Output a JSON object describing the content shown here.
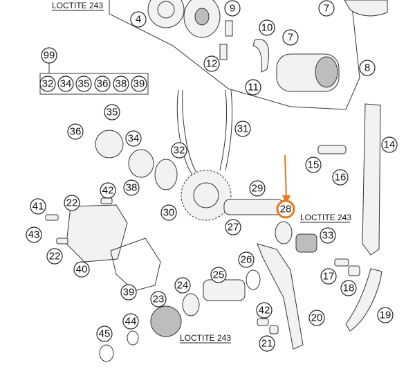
{
  "callouts": [
    {
      "id": "c4",
      "label": "4"
    },
    {
      "id": "c9",
      "label": "9"
    },
    {
      "id": "c7a",
      "label": "7"
    },
    {
      "id": "c10",
      "label": "10"
    },
    {
      "id": "c7b",
      "label": "7"
    },
    {
      "id": "c12",
      "label": "12"
    },
    {
      "id": "c8",
      "label": "8"
    },
    {
      "id": "c11",
      "label": "11"
    },
    {
      "id": "c99",
      "label": "99"
    },
    {
      "id": "c32g",
      "label": "32"
    },
    {
      "id": "c34g",
      "label": "34"
    },
    {
      "id": "c35g",
      "label": "35"
    },
    {
      "id": "c36g",
      "label": "36"
    },
    {
      "id": "c38g",
      "label": "38"
    },
    {
      "id": "c39g",
      "label": "39"
    },
    {
      "id": "c35",
      "label": "35"
    },
    {
      "id": "c31",
      "label": "31"
    },
    {
      "id": "c36",
      "label": "36"
    },
    {
      "id": "c34",
      "label": "34"
    },
    {
      "id": "c14",
      "label": "14"
    },
    {
      "id": "c32",
      "label": "32"
    },
    {
      "id": "c15",
      "label": "15"
    },
    {
      "id": "c16",
      "label": "16"
    },
    {
      "id": "c42a",
      "label": "42"
    },
    {
      "id": "c38",
      "label": "38"
    },
    {
      "id": "c29",
      "label": "29"
    },
    {
      "id": "c41",
      "label": "41"
    },
    {
      "id": "c22a",
      "label": "22"
    },
    {
      "id": "c30",
      "label": "30"
    },
    {
      "id": "c28",
      "label": "28",
      "highlight": true
    },
    {
      "id": "c43",
      "label": "43"
    },
    {
      "id": "c27",
      "label": "27"
    },
    {
      "id": "c33",
      "label": "33"
    },
    {
      "id": "c22b",
      "label": "22"
    },
    {
      "id": "c40",
      "label": "40"
    },
    {
      "id": "c26",
      "label": "26"
    },
    {
      "id": "c25",
      "label": "25"
    },
    {
      "id": "c17",
      "label": "17"
    },
    {
      "id": "c18",
      "label": "18"
    },
    {
      "id": "c39",
      "label": "39"
    },
    {
      "id": "c24",
      "label": "24"
    },
    {
      "id": "c23",
      "label": "23"
    },
    {
      "id": "c42b",
      "label": "42"
    },
    {
      "id": "c20",
      "label": "20"
    },
    {
      "id": "c19",
      "label": "19"
    },
    {
      "id": "c44",
      "label": "44"
    },
    {
      "id": "c45",
      "label": "45"
    },
    {
      "id": "c21",
      "label": "21"
    }
  ],
  "notes": {
    "loctite_top": "LOCTITE 243",
    "loctite_mid": "LOCTITE 243",
    "loctite_bottom": "LOCTITE 243"
  },
  "colors": {
    "highlight": "#e8761c",
    "ink": "#222222"
  }
}
